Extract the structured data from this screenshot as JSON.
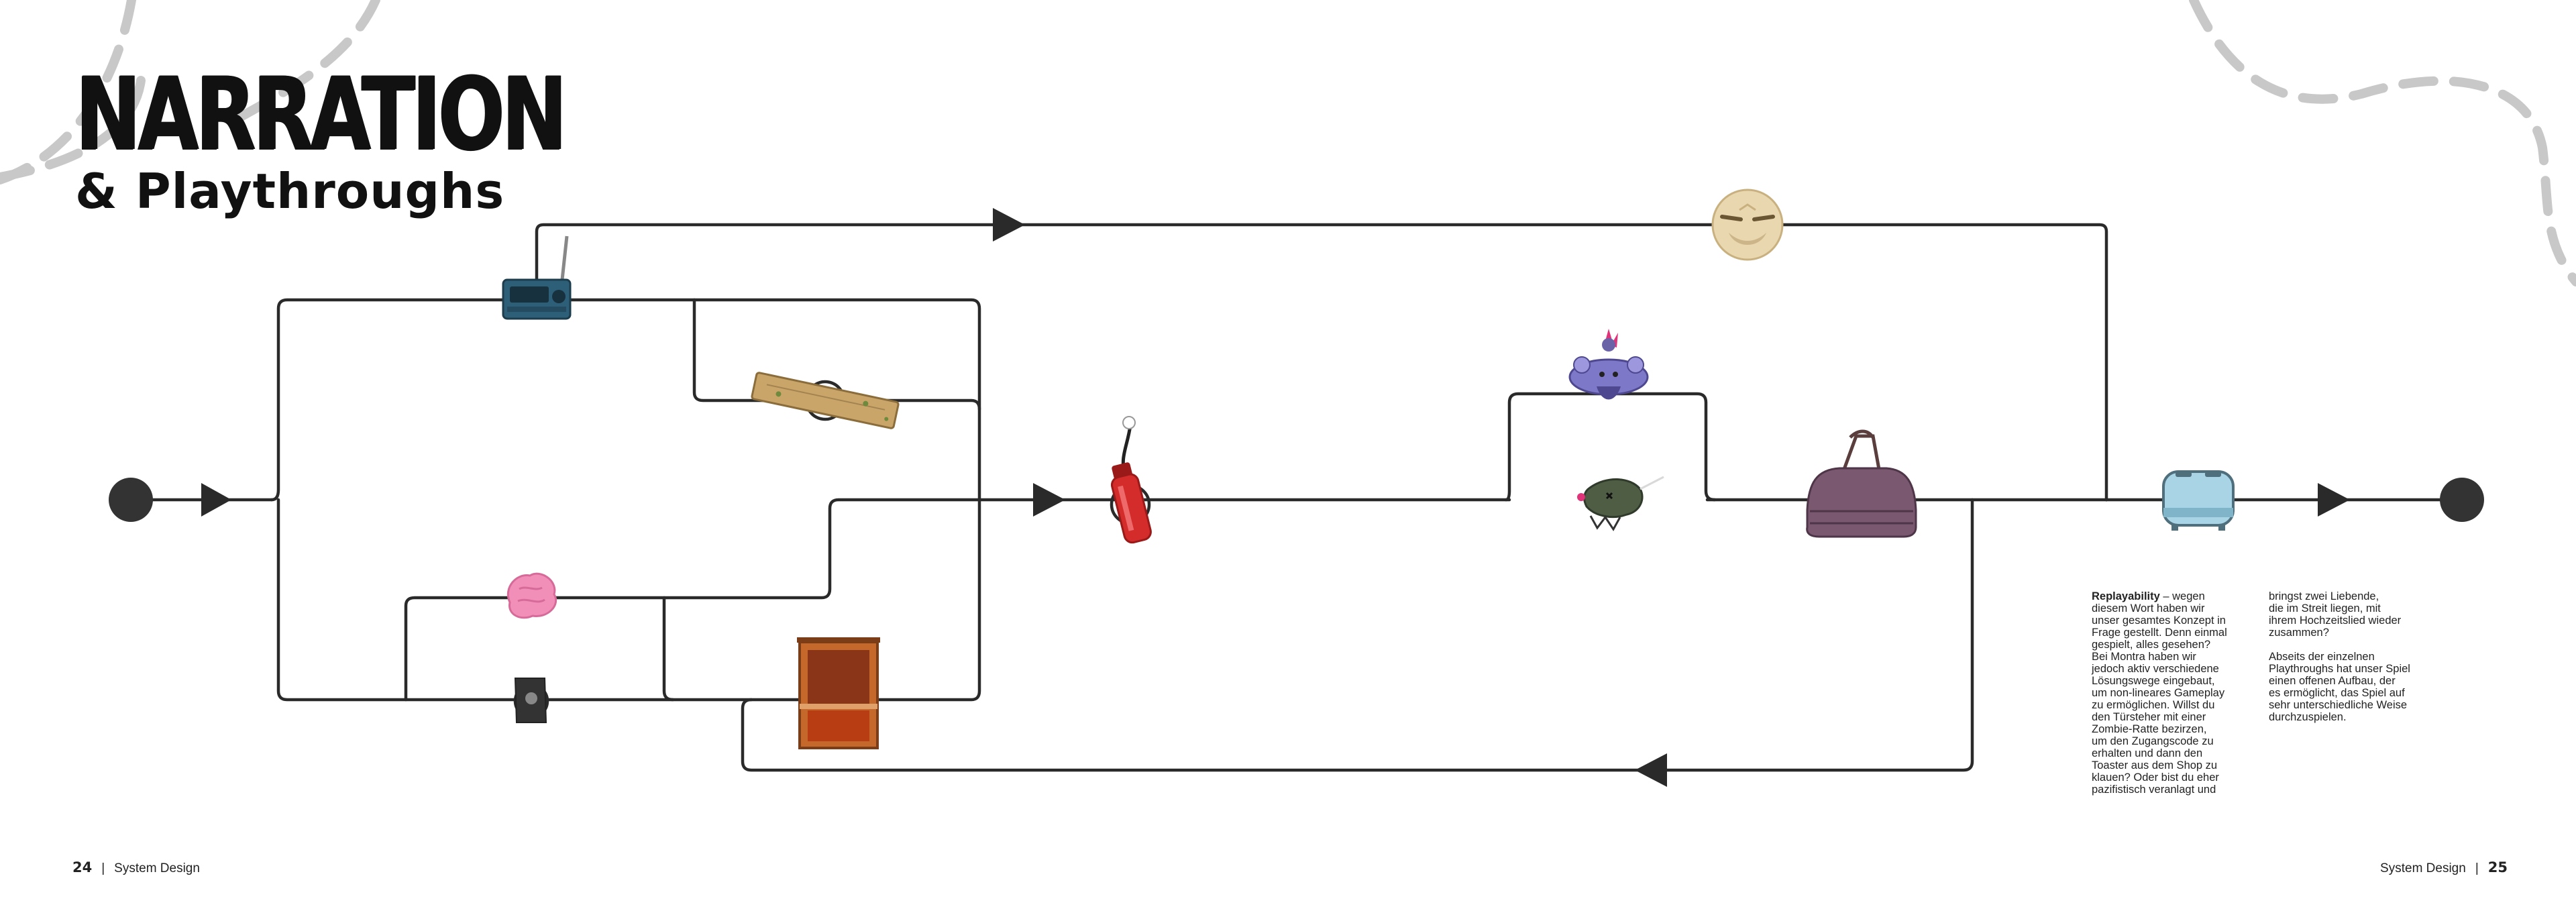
{
  "header": {
    "title": "NARRATION",
    "subtitle": "& Playthroughs"
  },
  "text": {
    "col1_bold": "Replayability",
    "col1_rest": " – wegen\ndiesem Wort haben wir\nunser gesamtes Konzept in\nFrage gestellt. Denn einmal\ngespielt, alles gesehen?\nBei Montra haben wir\njedoch aktiv verschiedene\nLösungswege eingebaut,\num non-lineares Gameplay\nzu ermöglichen. Willst du\nden Türsteher mit einer\nZombie-Ratte bezirzen,\num den Zugangscode zu\nerhalten und dann den\nToaster aus dem Shop zu\nklauen? Oder bist du eher\npazifistisch veranlagt und",
    "col2": "bringst zwei Liebende,\ndie im Streit liegen, mit\nihrem Hochzeitslied wieder\nzusammen?\n\nAbseits der einzelnen\nPlaythroughs hat unser Spiel\neinen offenen Aufbau, der\nes ermöglicht, das Spiel auf\nsehr unterschiedliche Weise\ndurchzuspielen."
  },
  "footer": {
    "left_page": "24",
    "left_section": "System Design",
    "right_section": "System Design",
    "right_page": "25"
  },
  "diagram": {
    "nodes": [
      {
        "id": "start",
        "kind": "terminal"
      },
      {
        "id": "end",
        "kind": "terminal"
      },
      {
        "id": "radio",
        "kind": "item",
        "icon": "radio-icon"
      },
      {
        "id": "plank",
        "kind": "item",
        "icon": "wooden-plank-icon"
      },
      {
        "id": "brain",
        "kind": "item",
        "icon": "pink-brain-icon"
      },
      {
        "id": "mug",
        "kind": "item",
        "icon": "dark-mug-icon"
      },
      {
        "id": "cabinet",
        "kind": "item",
        "icon": "wooden-cabinet-icon"
      },
      {
        "id": "extinguisher",
        "kind": "item",
        "icon": "fire-extinguisher-icon"
      },
      {
        "id": "doorman",
        "kind": "item",
        "icon": "doorman-face-icon"
      },
      {
        "id": "creature",
        "kind": "item",
        "icon": "purple-creature-icon"
      },
      {
        "id": "rat",
        "kind": "item",
        "icon": "zombie-rat-icon"
      },
      {
        "id": "bag",
        "kind": "item",
        "icon": "purple-bag-icon"
      },
      {
        "id": "toaster",
        "kind": "item",
        "icon": "toaster-icon"
      }
    ],
    "colors": {
      "line": "#2a2a2a",
      "dash": "#c8c8c8",
      "toaster": "#a8d4e6",
      "extinguisher": "#d42b2b",
      "brain": "#f28fb8",
      "creature": "#7e78c8",
      "bag": "#7a5870",
      "cabinet": "#c4692b",
      "radio": "#2e5f78",
      "doorman": "#e9d7b0"
    }
  }
}
